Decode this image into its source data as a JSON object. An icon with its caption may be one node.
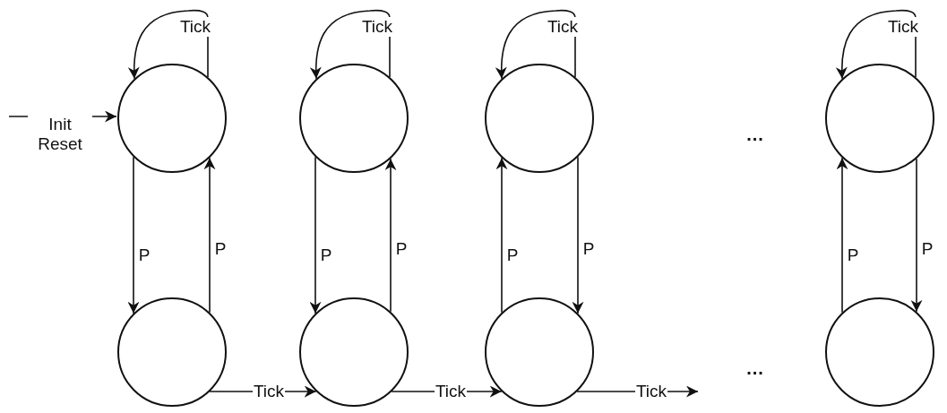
{
  "diagram": {
    "nodes": [
      {
        "text": [],
        "shape": "circle"
      },
      {
        "text": [],
        "shape": "circle"
      },
      {
        "text": [],
        "shape": "circle"
      },
      {
        "text": [],
        "shape": "circle"
      },
      {
        "text": [],
        "shape": "circle"
      },
      {
        "text": [],
        "shape": "circle"
      },
      {
        "text": [],
        "shape": "circle"
      },
      {
        "text": [],
        "shape": "circle"
      }
    ],
    "edges": [
      {
        "from": null,
        "to": 0,
        "arrow": "to",
        "label": "Init Reset"
      },
      {
        "from": 0,
        "to": 0,
        "arrow": "to",
        "label": "Tick"
      },
      {
        "from": 1,
        "to": 1,
        "arrow": "to",
        "label": "Tick"
      },
      {
        "from": 2,
        "to": 2,
        "arrow": "to",
        "label": "Tick"
      },
      {
        "from": 3,
        "to": 3,
        "arrow": "to",
        "label": "Tick"
      },
      {
        "from": 0,
        "to": 4,
        "arrow": "to",
        "label": "P"
      },
      {
        "from": 4,
        "to": 0,
        "arrow": "to",
        "label": "P"
      },
      {
        "from": 1,
        "to": 5,
        "arrow": "to",
        "label": "P"
      },
      {
        "from": 5,
        "to": 1,
        "arrow": "to",
        "label": "P"
      },
      {
        "from": 6,
        "to": 2,
        "arrow": "to",
        "label": "P"
      },
      {
        "from": 2,
        "to": 6,
        "arrow": "to",
        "label": "P"
      },
      {
        "from": 7,
        "to": 3,
        "arrow": "to",
        "label": "P"
      },
      {
        "from": 3,
        "to": 7,
        "arrow": "to",
        "label": "P"
      },
      {
        "from": 4,
        "to": 5,
        "arrow": "to",
        "label": "Tick"
      },
      {
        "from": 5,
        "to": 6,
        "arrow": "to",
        "label": "Tick"
      },
      {
        "from": 6,
        "to": null,
        "arrow": "to",
        "label": "Tick"
      }
    ],
    "labels": [
      "...",
      "..."
    ]
  }
}
